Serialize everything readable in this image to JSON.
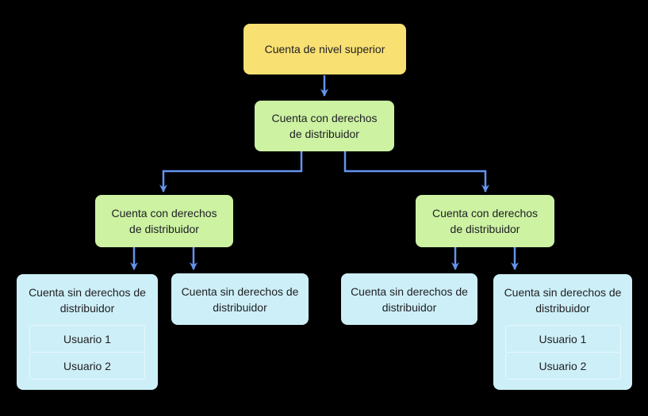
{
  "diagram": {
    "background_color": "#000000",
    "connector_color": "#6494EE",
    "text_color": "#202124",
    "nodes": {
      "root": {
        "label": "Cuenta de nivel superior",
        "color": "#F9E072"
      },
      "parent_reseller": {
        "label": "Cuenta con derechos de distribuidor",
        "color": "#CCF2A2"
      },
      "left_reseller": {
        "label": "Cuenta con derechos de distribuidor",
        "color": "#CCF2A2"
      },
      "right_reseller": {
        "label": "Cuenta con derechos de distribuidor",
        "color": "#CCF2A2"
      },
      "leaf_1": {
        "label": "Cuenta sin derechos de distribuidor",
        "color": "#CDEFF8",
        "users": [
          "Usuario 1",
          "Usuario 2"
        ]
      },
      "leaf_2": {
        "label": "Cuenta sin derechos de distribuidor",
        "color": "#CDEFF8"
      },
      "leaf_3": {
        "label": "Cuenta sin derechos de distribuidor",
        "color": "#CDEFF8"
      },
      "leaf_4": {
        "label": "Cuenta sin derechos de distribuidor",
        "color": "#CDEFF8",
        "users": [
          "Usuario 1",
          "Usuario 2"
        ]
      }
    }
  }
}
